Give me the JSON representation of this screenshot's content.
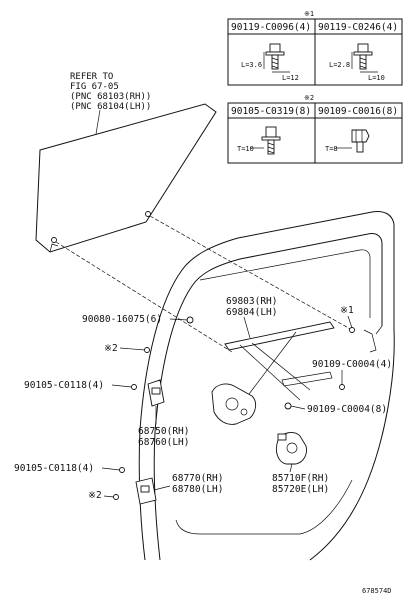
{
  "refer": {
    "line1": "REFER TO",
    "line2": "FIG 67-05",
    "line3": "(PNC 68103(RH))",
    "line4": "(PNC 68104(LH))"
  },
  "table": {
    "mark1": "※1",
    "mark2": "※2",
    "cells": [
      {
        "part": "90119-C0096(4)",
        "dim1": "L=3.6",
        "dim2": "L=12"
      },
      {
        "part": "90119-C0246(4)",
        "dim1": "L=2.8",
        "dim2": "L=10"
      },
      {
        "part": "90105-C0319(8)",
        "dim1": "T=10",
        "dim2": ""
      },
      {
        "part": "90109-C0016(8)",
        "dim1": "T=8",
        "dim2": ""
      }
    ]
  },
  "callouts": {
    "p1": "90080-16075(6)",
    "p2": "※2",
    "p3": "90105-C0118(4)",
    "p4": "69803(RH)",
    "p5": "69804(LH)",
    "p6": "※1",
    "p7": "90109-C0004(4)",
    "p8": "90109-C0004(8)",
    "p9": "68750(RH)",
    "p10": "68760(LH)",
    "p11": "90105-C0118(4)",
    "p12": "68770(RH)",
    "p13": "68780(LH)",
    "p14": "※2",
    "p15": "85710F(RH)",
    "p16": "85720E(LH)"
  },
  "footer": {
    "code": "678574D"
  }
}
